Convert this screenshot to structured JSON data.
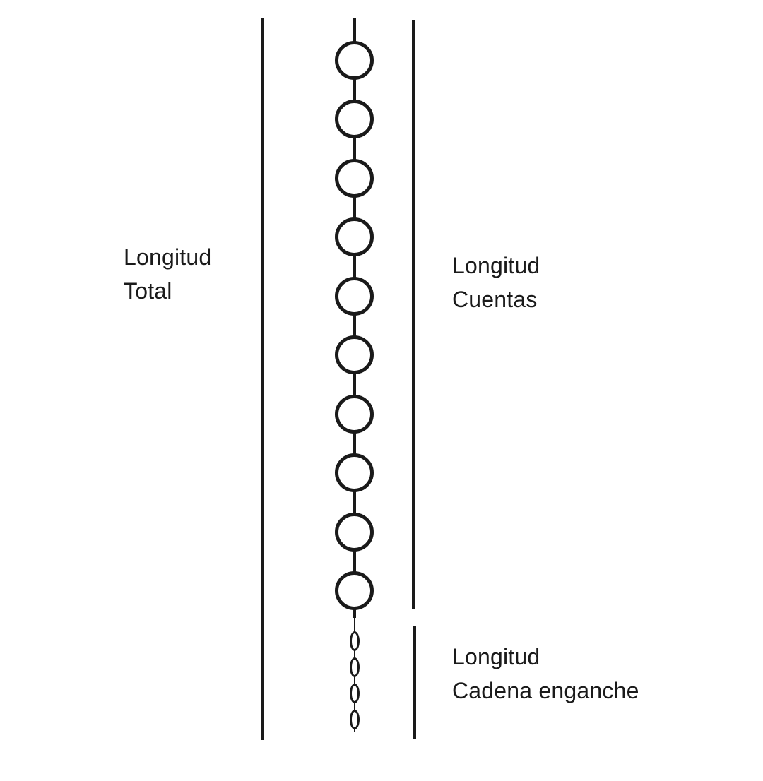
{
  "labels": {
    "total_line1": "Longitud",
    "total_line2": "Total",
    "cuentas_line1": "Longitud",
    "cuentas_line2": "Cuentas",
    "cadena_line1": "Longitud",
    "cadena_line2": "Cadena enganche"
  },
  "beads": {
    "count": 10
  },
  "chain": {
    "link_count": 4
  },
  "colors": {
    "ink": "#1a1a1a",
    "background": "#ffffff"
  }
}
